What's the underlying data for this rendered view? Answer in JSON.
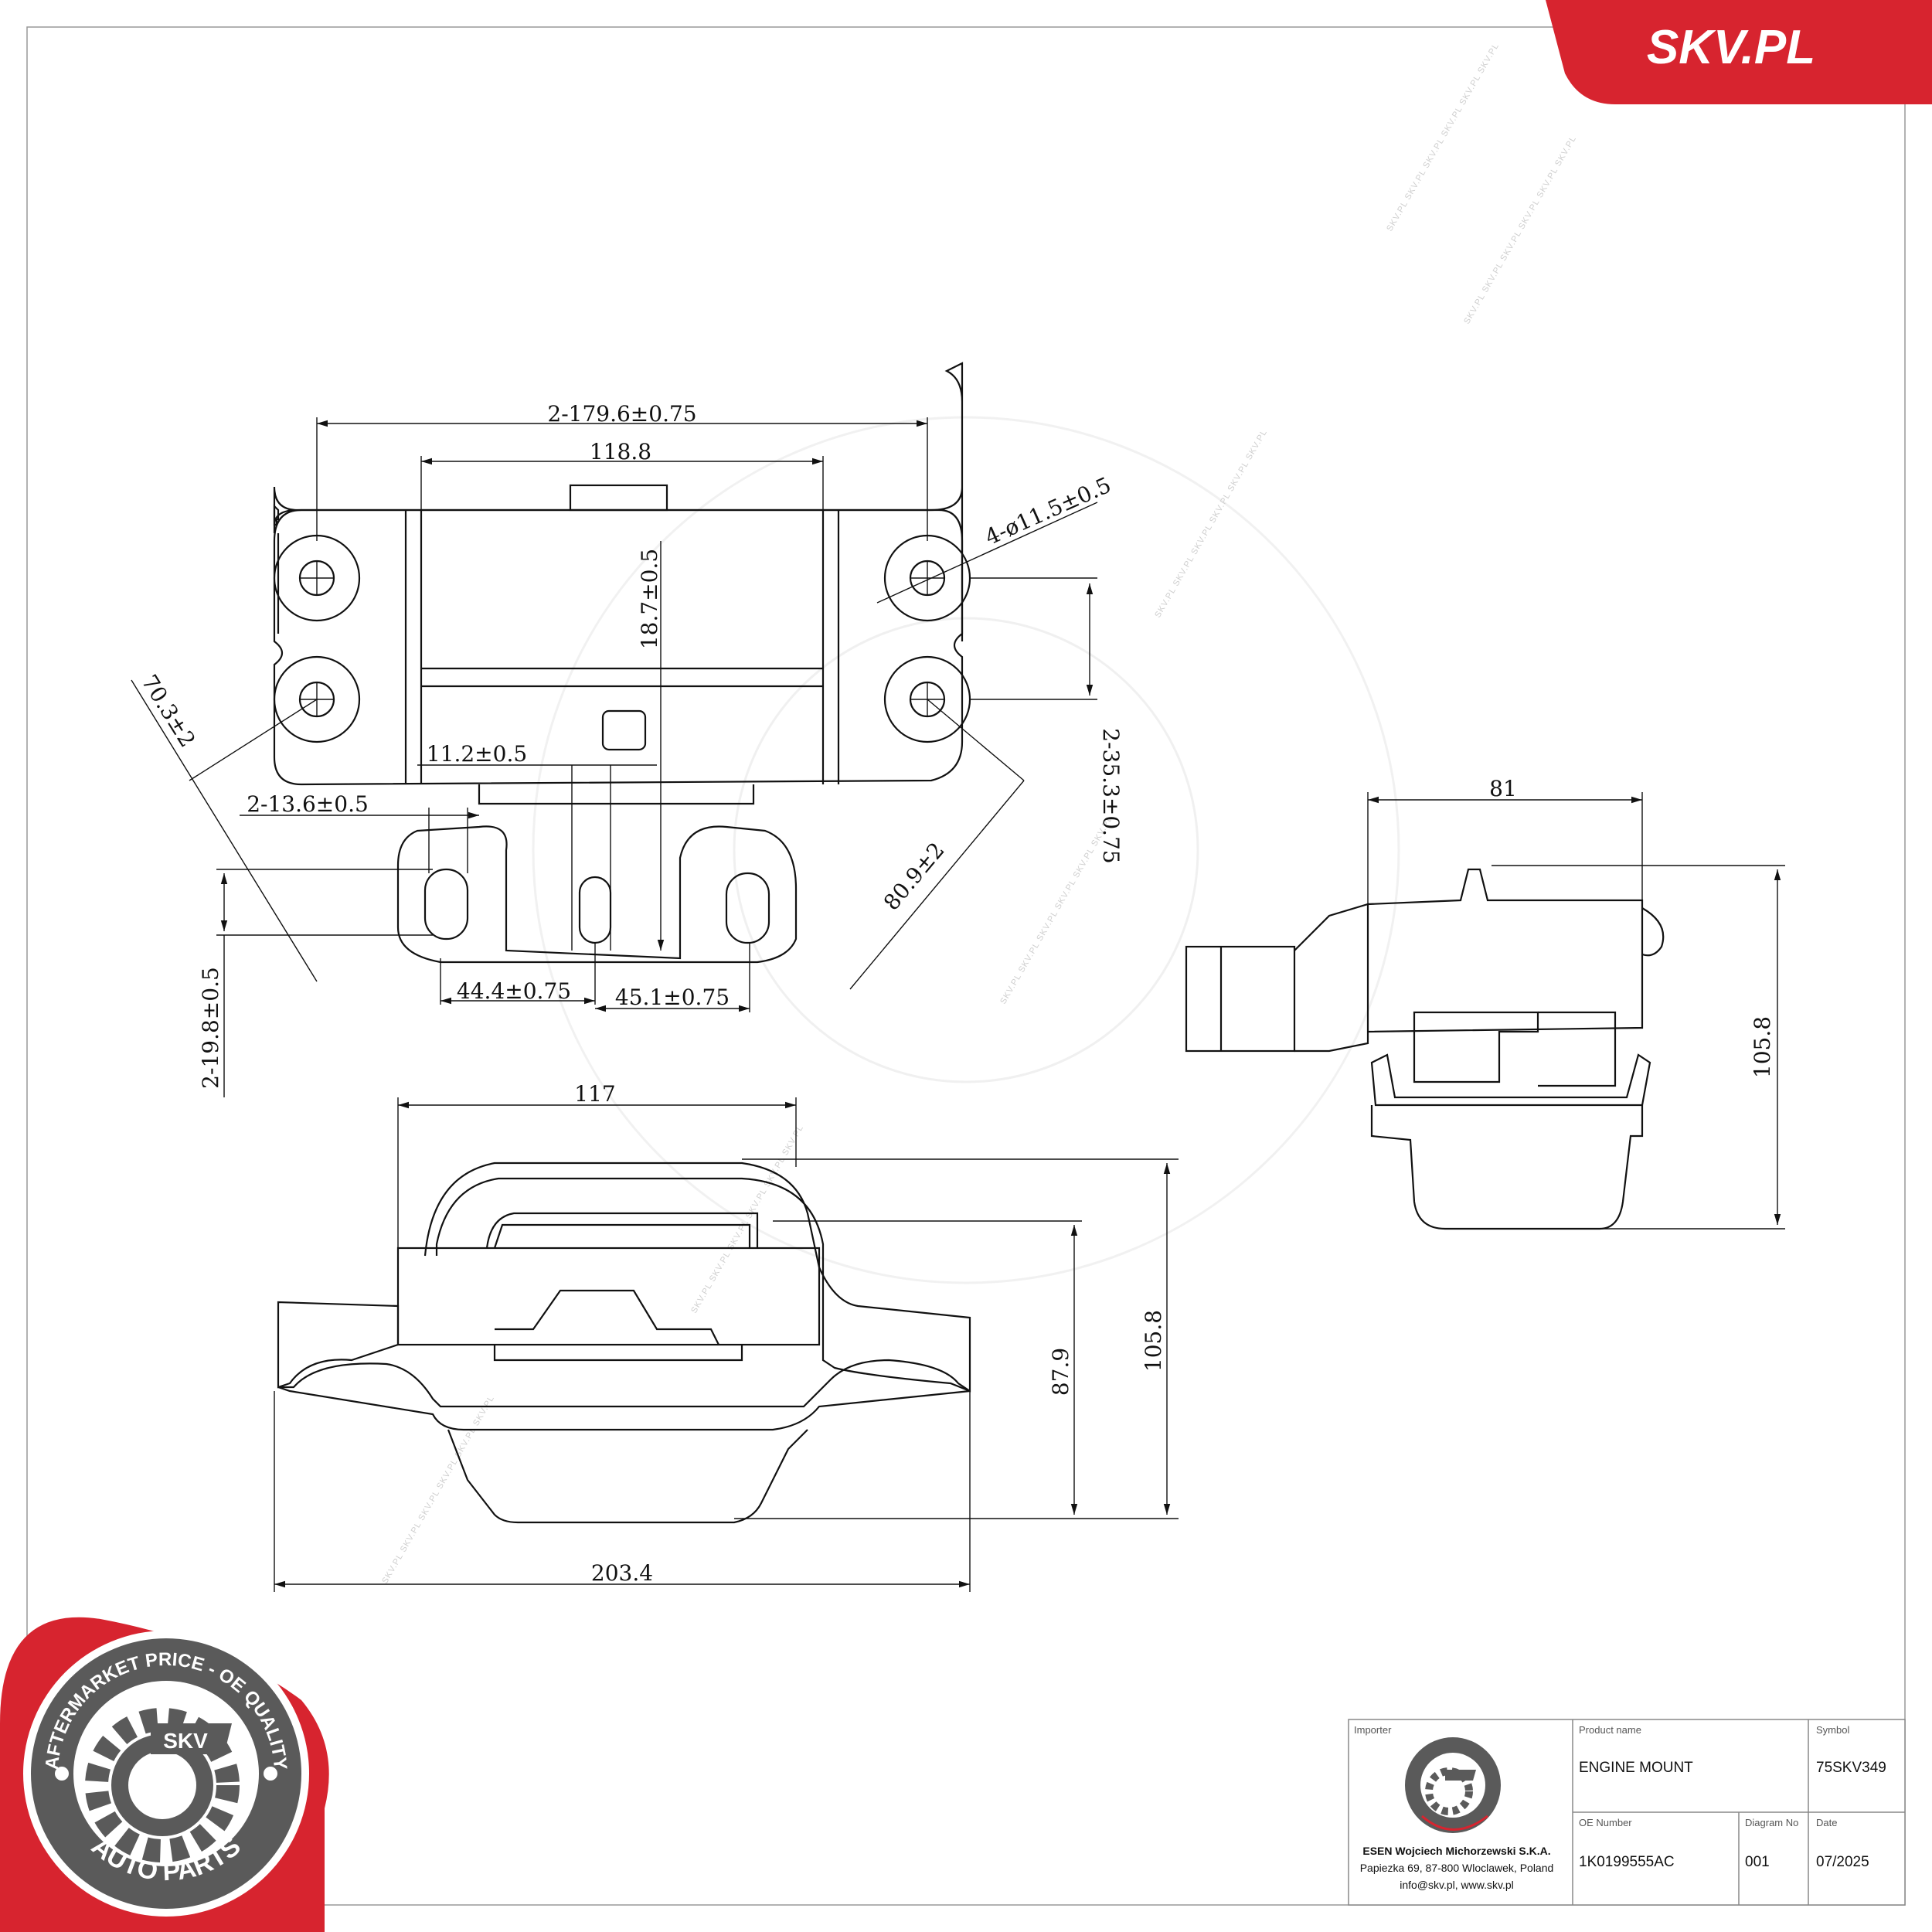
{
  "brand": {
    "site_label": "SKV.PL",
    "red": "#d7242f",
    "seal_ring_text_top": "AFTERMARKET PRICE - OE QUALITY",
    "seal_ring_text_bottom": "AUTO PARTS",
    "seal_center": "SKV"
  },
  "dimensions": {
    "top_view": {
      "d1": "2-179.6±0.75",
      "d2": "118.8",
      "d3": "18.7±0.5",
      "d4": "4-ø11.5±0.5",
      "d5": "70.3±2",
      "d6": "11.2±0.5",
      "d7": "2-13.6±0.5",
      "d8": "2-35.3±0.75",
      "d9": "80.9±2",
      "d10": "44.4±0.75",
      "d11": "45.1±0.75",
      "d12": "2-19.8±0.5"
    },
    "side_view": {
      "width": "81",
      "height": "105.8"
    },
    "front_view": {
      "top_width": "117",
      "height_inner": "87.9",
      "height_total": "105.8",
      "bottom_width": "203.4"
    }
  },
  "title_block": {
    "importer_label": "Importer",
    "importer_name": "ESEN Wojciech Michorzewski S.K.A.",
    "importer_address": "Papiezka 69, 87-800 Wloclawek, Poland",
    "importer_contact": "info@skv.pl, www.skv.pl",
    "product_name_label": "Product name",
    "product_name": "ENGINE MOUNT",
    "symbol_label": "Symbol",
    "symbol": "75SKV349",
    "oe_label": "OE Number",
    "oe_number": "1K0199555AC",
    "diagram_label": "Diagram No",
    "diagram_no": "001",
    "date_label": "Date",
    "date": "07/2025"
  }
}
